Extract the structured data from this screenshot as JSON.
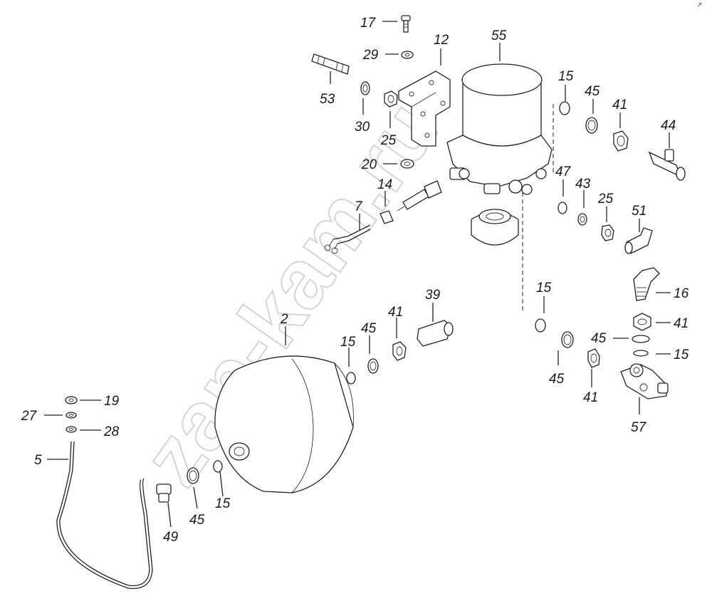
{
  "watermark": "zap-kam.ru",
  "corner_mark": "↗",
  "callouts": [
    {
      "id": "c17",
      "text": "17"
    },
    {
      "id": "c29",
      "text": "29"
    },
    {
      "id": "c12",
      "text": "12"
    },
    {
      "id": "c55",
      "text": "55"
    },
    {
      "id": "c53",
      "text": "53"
    },
    {
      "id": "c30",
      "text": "30"
    },
    {
      "id": "c25a",
      "text": "25"
    },
    {
      "id": "c15a",
      "text": "15"
    },
    {
      "id": "c45a",
      "text": "45"
    },
    {
      "id": "c41a",
      "text": "41"
    },
    {
      "id": "c44",
      "text": "44"
    },
    {
      "id": "c20",
      "text": "20"
    },
    {
      "id": "c47",
      "text": "47"
    },
    {
      "id": "c43",
      "text": "43"
    },
    {
      "id": "c25b",
      "text": "25"
    },
    {
      "id": "c51",
      "text": "51"
    },
    {
      "id": "c14",
      "text": "14"
    },
    {
      "id": "c7",
      "text": "7"
    },
    {
      "id": "c15b",
      "text": "15"
    },
    {
      "id": "c16",
      "text": "16"
    },
    {
      "id": "c41b",
      "text": "41"
    },
    {
      "id": "c39",
      "text": "39"
    },
    {
      "id": "c41c",
      "text": "41"
    },
    {
      "id": "c45b",
      "text": "45"
    },
    {
      "id": "c2",
      "text": "2"
    },
    {
      "id": "c15c",
      "text": "15"
    },
    {
      "id": "c45c",
      "text": "45"
    },
    {
      "id": "c15d",
      "text": "15"
    },
    {
      "id": "c45d",
      "text": "45"
    },
    {
      "id": "c41d",
      "text": "41"
    },
    {
      "id": "c57",
      "text": "57"
    },
    {
      "id": "c19",
      "text": "19"
    },
    {
      "id": "c27",
      "text": "27"
    },
    {
      "id": "c28",
      "text": "28"
    },
    {
      "id": "c5",
      "text": "5"
    },
    {
      "id": "c45e",
      "text": "45"
    },
    {
      "id": "c15e",
      "text": "15"
    },
    {
      "id": "c49",
      "text": "49"
    }
  ]
}
